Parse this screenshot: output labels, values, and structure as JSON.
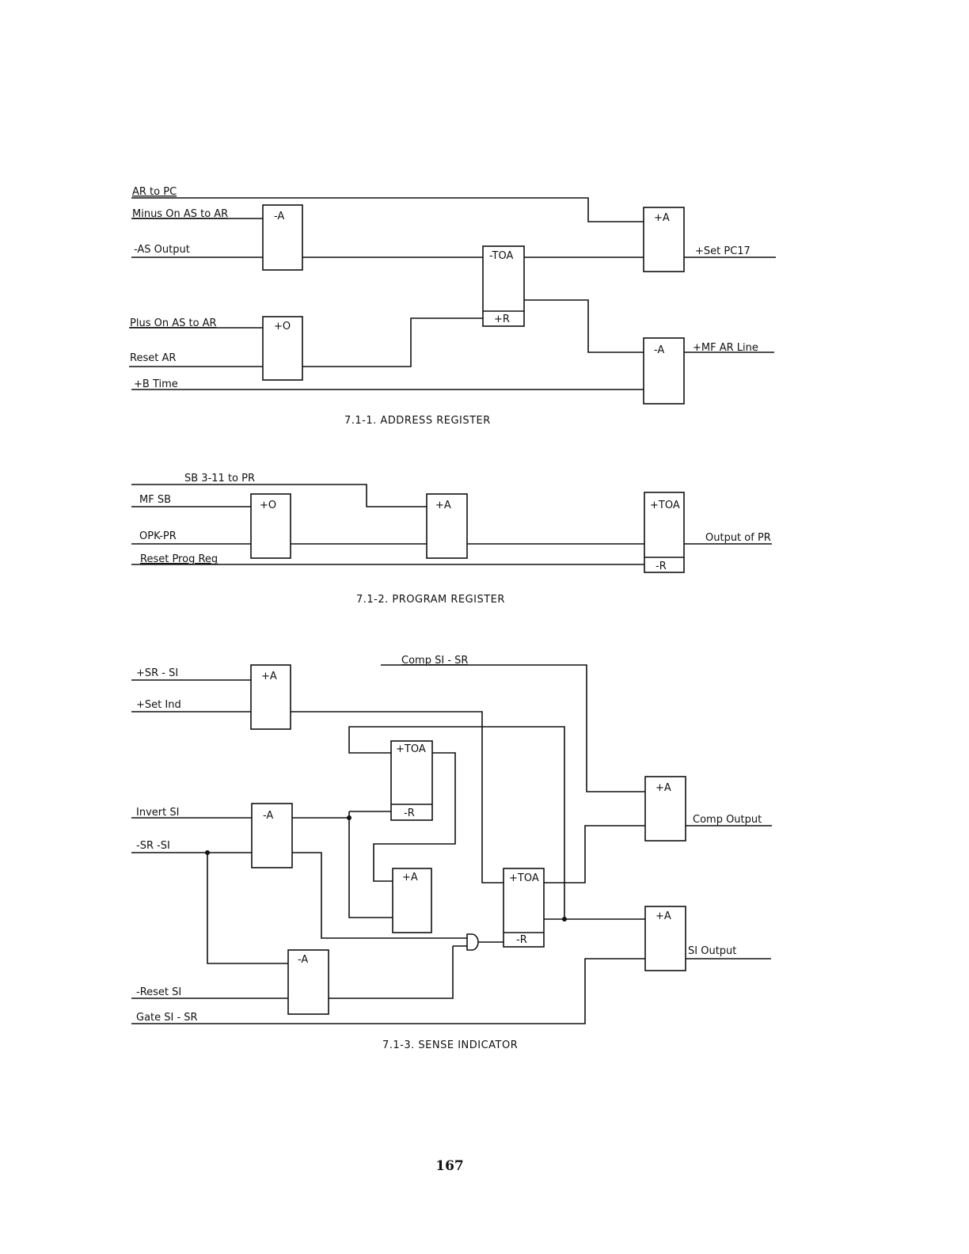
{
  "page_number": "167",
  "figure_1": {
    "caption": "7.1-1.   ADDRESS REGISTER",
    "inputs": {
      "ar_to_pc": "AR to PC",
      "minus_on_as_to_ar": "Minus On AS to AR",
      "as_output": "-AS Output",
      "plus_on_as_to_ar": "Plus On AS to AR",
      "reset_ar": "Reset AR",
      "b_time": "+B Time"
    },
    "gates": {
      "minus_and_1": "-A",
      "plus_or": "+O",
      "toa": "-TOA",
      "toa_reset": "+R",
      "plus_and": "+A",
      "minus_and_2": "-A"
    },
    "outputs": {
      "set_pc17": "+Set PC17",
      "mf_ar_line": "+MF AR Line"
    }
  },
  "figure_2": {
    "caption": "7.1-2.     PROGRAM REGISTER",
    "inputs": {
      "sb_to_pr": "SB 3-11 to PR",
      "mf_sb": "MF SB",
      "opk_pr": "OPK-PR",
      "reset_prog_reg": "Reset Prog Reg"
    },
    "gates": {
      "plus_or": "+O",
      "plus_and": "+A",
      "toa": "+TOA",
      "toa_reset": "-R"
    },
    "outputs": {
      "output_of_pr": "Output of PR"
    }
  },
  "figure_3": {
    "caption": "7.1-3.     SENSE INDICATOR",
    "inputs": {
      "sr_si": "+SR - SI",
      "set_ind": "+Set Ind",
      "comp_si_sr": "Comp SI - SR",
      "invert_si": "Invert SI",
      "minus_sr_si": "-SR -SI",
      "reset_si": "-Reset SI",
      "gate_si_sr": "Gate SI - SR"
    },
    "gates": {
      "and_top": "+A",
      "toa_upper": "+TOA",
      "toa_upper_reset": "-R",
      "minus_and_mid": "-A",
      "and_mid": "+A",
      "toa_lower": "+TOA",
      "toa_lower_reset": "-R",
      "minus_and_low": "-A",
      "and_comp": "+A",
      "and_si": "+A"
    },
    "outputs": {
      "comp_output": "Comp Output",
      "si_output": "SI Output"
    }
  }
}
